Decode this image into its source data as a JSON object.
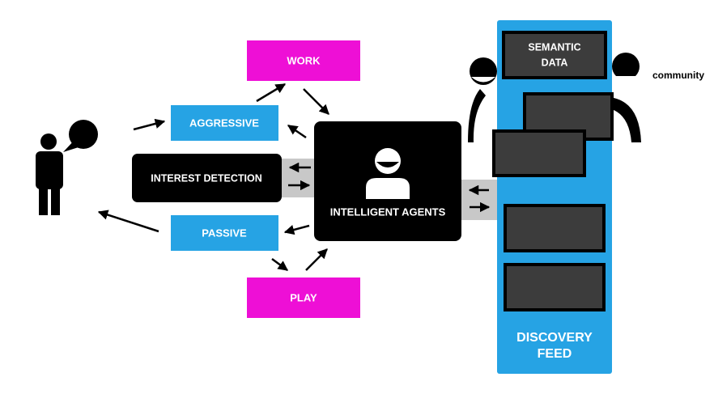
{
  "diagram": {
    "work": "WORK",
    "aggressive": "AGGRESSIVE",
    "interest_detection": "INTEREST DETECTION",
    "passive": "PASSIVE",
    "play": "PLAY",
    "intelligent_agents": "INTELLIGENT AGENTS",
    "semantic_data_line1": "SEMANTIC",
    "semantic_data_line2": "DATA",
    "community": "community",
    "discovery_feed_line1": "DISCOVERY",
    "discovery_feed_line2": "FEED"
  },
  "colors": {
    "magenta": "#ee0fd6",
    "blue": "#26a3e4",
    "black": "#000000",
    "dark_panel": "#3c3c3c",
    "gray_band": "#c8c8c8",
    "white": "#ffffff"
  }
}
